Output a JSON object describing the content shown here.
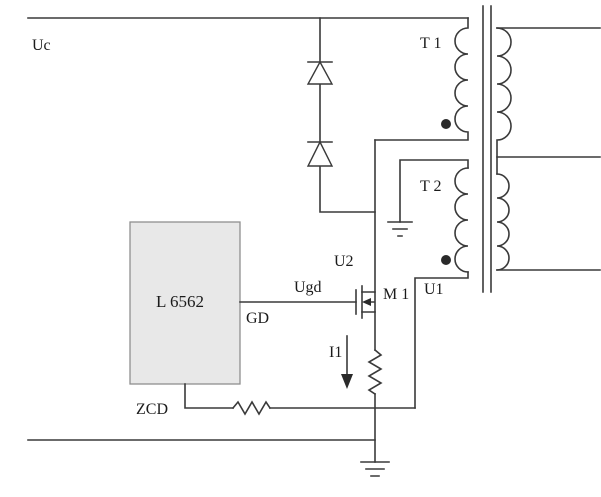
{
  "figure": {
    "type": "circuit-schematic",
    "description": "Transition-mode controller L6562 driving MOSFET M1 with transformer windings T1/T2 and ZCD sensing network",
    "labels": {
      "supply": "Uc",
      "winding1": "T 1",
      "winding2": "T 2",
      "drain_voltage": "U2",
      "gate_voltage": "Ugd",
      "mosfet": "M 1",
      "aux_voltage": "U1",
      "ic": "L 6562",
      "gd_pin": "GD",
      "zcd_pin": "ZCD",
      "current": "I1"
    },
    "colors": {
      "wire": "#3a3a3a",
      "ic_fill": "#e8e8e8",
      "ic_stroke": "#8f8f8f",
      "text": "#1b1b1b",
      "background": "#ffffff"
    }
  }
}
